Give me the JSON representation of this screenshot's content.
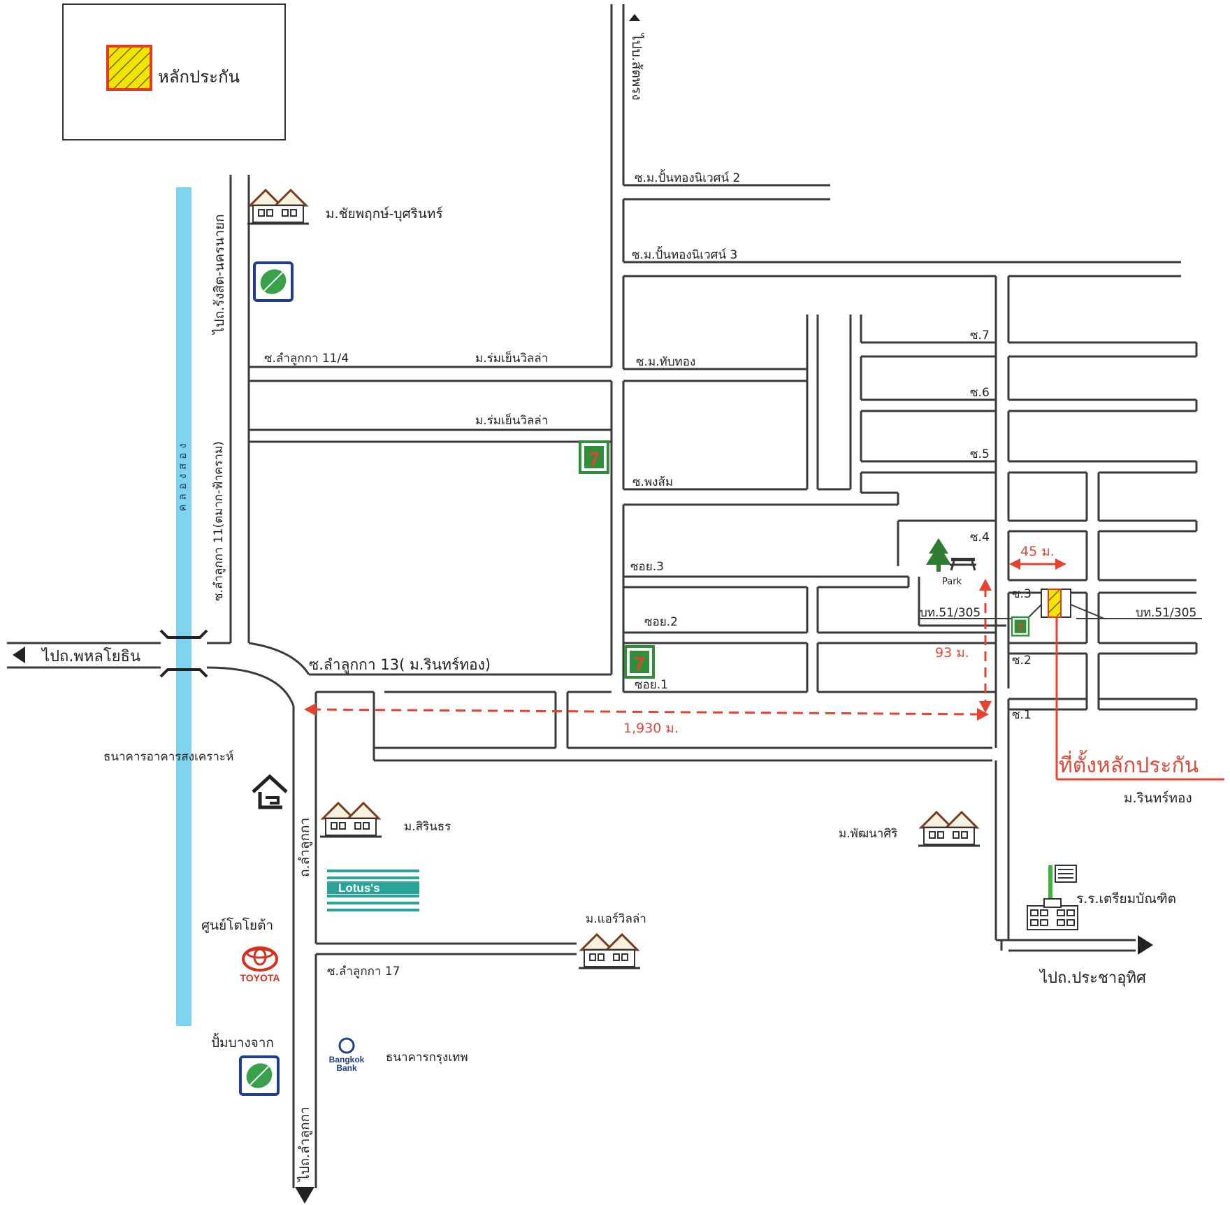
{
  "legend": {
    "label": "หลักประกัน",
    "swatch_fill": "#f3e400",
    "swatch_border": "#e63a1e"
  },
  "colors": {
    "canal": "#7fd3ef",
    "road": "#3a3a3a",
    "accent": "#e8412f",
    "seven_green": "#2f8f3a",
    "lotus_teal": "#2aa39a"
  },
  "labels": {
    "to_north": "ไปบ.สัตพรง",
    "moo_panthong_2": "ซ.ม.ปั้นทองนิเวศน์ 2",
    "moo_panthong_3": "ซ.ม.ปั้นทองนิเวศน์ 3",
    "to_rangsit": "ไปถ.รังสิต-นครนายก",
    "chaipruek": "ม.ชัยพฤกษ์-บุศรินทร์",
    "lamlukka_11_4": "ซ.ลำลูกกา 11/4",
    "romyen_1": "ม.ร่มเย็นวิลล่า",
    "romyen_2": "ม.ร่มเย็นวิลล่า",
    "moo_thapthong": "ซ.ม.ทับทอง",
    "canal": "คลองสอง",
    "lamlukka_11_tmak": "ซ.ลำลูกกา 11(ตมาก-ฟ้าคราม)",
    "phongsom": "ซ.พงส้ม",
    "soi_7": "ซ.7",
    "soi_6": "ซ.6",
    "soi_5": "ซ.5",
    "soi_4": "ซ.4",
    "soi_3b": "ซ.3",
    "soi_2b": "ซ.2",
    "soi_1b": "ซ.1",
    "soi_3": "ซอย.3",
    "soi_2": "ซอย.2",
    "soi_1": "ซอย.1",
    "park": "Park",
    "dist_45": "45 ม.",
    "bt_left": "บท.51/305",
    "bt_right": "บท.51/305",
    "dist_93": "93 ม.",
    "to_phahon": "ไปถ.พหลโยธิน",
    "lamlukka_13": "ซ.ลำลูกกา 13( ม.รินทร์ทอง)",
    "dist_1930": "1,930 ม.",
    "collateral_location": "ที่ตั้งหลักประกัน",
    "rinthong": "ม.รินทร์ทอง",
    "gh_bank": "ธนาคารอาคารสงเคราะห์",
    "lamlukka_rd": "ถ.ลำลูกกา",
    "sirinara": "ม.สิรินธร",
    "phatthanasiri": "ม.พัฒนาศิริ",
    "lotus": "Lotus's",
    "toyota_center": "ศูนย์โตโยต้า",
    "toyota_logo": "TOYOTA",
    "air_villa": "ม.แอร์วิลล่า",
    "lamlukka_17": "ซ.ลำลูกกา 17",
    "school": "ร.ร.เตรียมบัณฑิต",
    "to_prachauthit": "ไปถ.ประชาอุทิศ",
    "pump_bangchak": "ปั้มบางจาก",
    "bangkok_bank": "ธนาคารกรุงเทพ",
    "bbl_logo_1": "Bangkok",
    "bbl_logo_2": "Bank",
    "to_lamlukka": "ไปถ.ลำลูกกา",
    "seven": "7"
  }
}
